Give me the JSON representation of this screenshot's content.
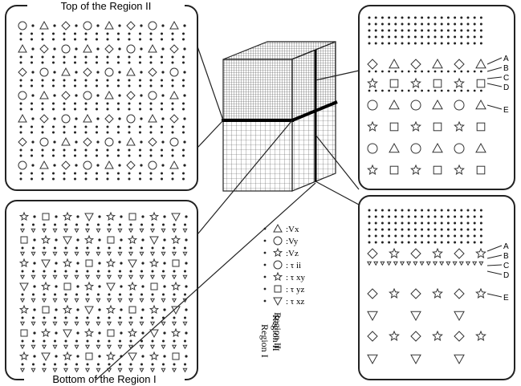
{
  "panels": {
    "top_left_title": "Top of the Region II",
    "bottom_left_title": "Bottom of the Region I"
  },
  "row_markers": [
    "A",
    "B",
    "C",
    "D",
    "E"
  ],
  "legend": {
    "items": [
      {
        "icon": "triangle",
        "label": ":Vx"
      },
      {
        "icon": "circle",
        "label": ":Vy"
      },
      {
        "icon": "star",
        "label": ":Vz"
      },
      {
        "icon": "circle-cross",
        "label": ": τ ii"
      },
      {
        "icon": "star-cross",
        "label": ": τ xy"
      },
      {
        "icon": "square",
        "label": ": τ yz"
      },
      {
        "icon": "triangle-down",
        "label": ": τ xz"
      }
    ],
    "region_labels": [
      "Region II",
      "Region I"
    ]
  },
  "colors": {
    "outline": "#222222",
    "grid": "#555555",
    "icon": "#333333"
  }
}
